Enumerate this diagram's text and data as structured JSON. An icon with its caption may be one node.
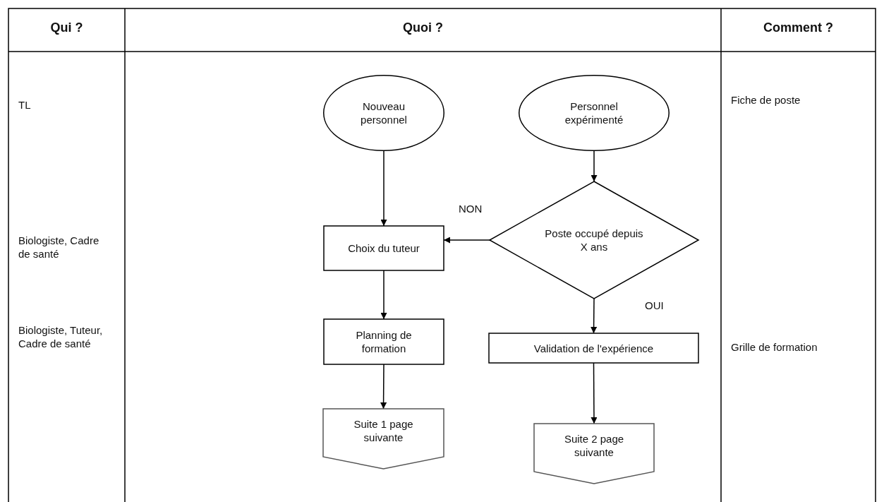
{
  "diagram": {
    "nodes": [
      {
        "text": [
          "Nouveau personnel"
        ]
      },
      {
        "text": [
          "Personnel expérimenté"
        ]
      },
      {
        "text": [
          "Poste occupé depuis X ans"
        ]
      },
      {
        "text": [
          "Choix du tuteur"
        ]
      },
      {
        "text": [
          "Planning de formation"
        ]
      },
      {
        "text": [
          "Validation de l'expérience"
        ]
      },
      {
        "text": [
          "Suite 1 page suivante"
        ]
      },
      {
        "text": [
          "Suite 2 page suivante"
        ]
      }
    ],
    "edges": [
      {
        "from": 0,
        "to": 3,
        "arrow": "to"
      },
      {
        "from": 1,
        "to": 2,
        "arrow": "to"
      },
      {
        "from": 2,
        "to": 3,
        "arrow": "to",
        "label": "NON"
      },
      {
        "from": 2,
        "to": 5,
        "arrow": "to",
        "label": "OUI"
      },
      {
        "from": 3,
        "to": 4,
        "arrow": "to"
      },
      {
        "from": 4,
        "to": 6,
        "arrow": "to"
      },
      {
        "from": 5,
        "to": 7,
        "arrow": "to"
      }
    ],
    "labels": [
      "Qui ?",
      "Quoi ?",
      "Comment ?",
      "TL",
      "Fiche de poste",
      "Biologiste, Cadre de santé",
      "Biologiste, Tuteur, Cadre de santé",
      "Grille de formation"
    ]
  }
}
